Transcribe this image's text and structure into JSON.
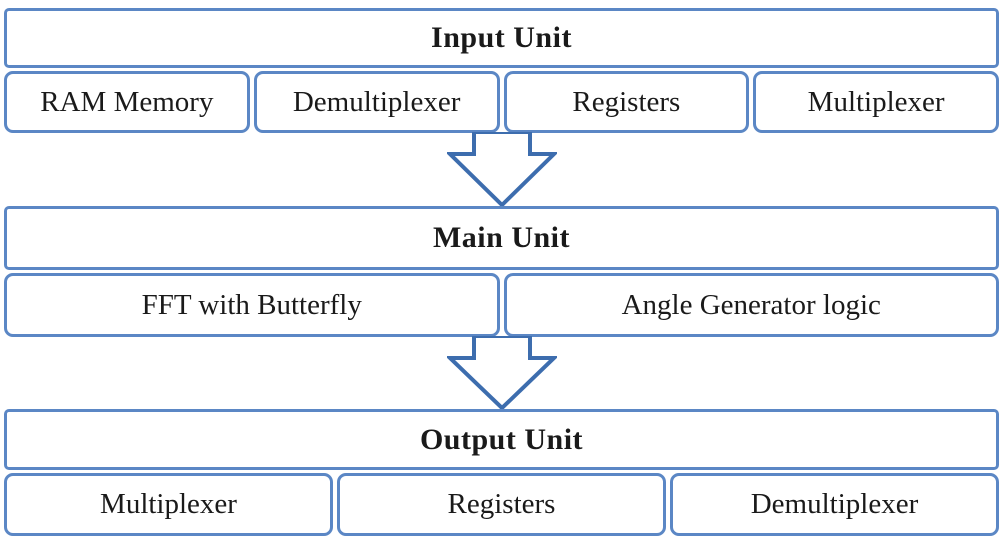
{
  "diagram": {
    "units": [
      {
        "title": "Input Unit",
        "components": [
          "RAM Memory",
          "Demultiplexer",
          "Registers",
          "Multiplexer"
        ]
      },
      {
        "title": "Main Unit",
        "components": [
          "FFT with Butterfly",
          "Angle Generator logic"
        ]
      },
      {
        "title": "Output Unit",
        "components": [
          "Multiplexer",
          "Registers",
          "Demultiplexer"
        ]
      }
    ],
    "icons": {
      "flow_arrow": "down-arrow"
    },
    "colors": {
      "box_border": "#5b87c5",
      "arrow_stroke": "#3d6dae",
      "text": "#1a1a1a",
      "background": "#ffffff"
    }
  }
}
